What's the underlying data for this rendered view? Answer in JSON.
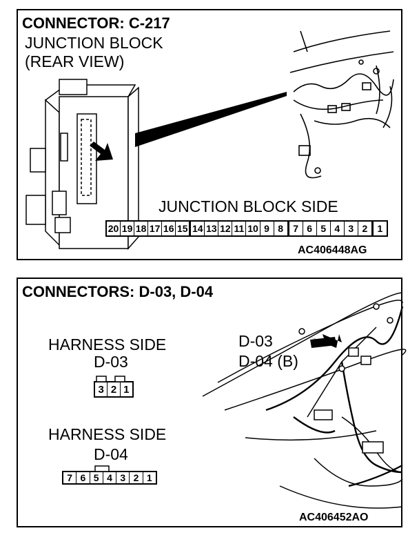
{
  "panel1": {
    "title": "CONNECTOR: C-217",
    "subtitle_line1": "JUNCTION BLOCK",
    "subtitle_line2": "(REAR VIEW)",
    "side_label": "JUNCTION BLOCK SIDE",
    "pins": [
      "20",
      "19",
      "18",
      "17",
      "16",
      "15",
      "14",
      "13",
      "12",
      "11",
      "10",
      "9",
      "8",
      "7",
      "6",
      "5",
      "4",
      "3",
      "2",
      "1"
    ],
    "code": "AC406448AG"
  },
  "panel2": {
    "title": "CONNECTORS: D-03, D-04",
    "harness1_line1": "HARNESS SIDE",
    "harness1_line2": "D-03",
    "pins_d03": [
      "3",
      "2",
      "1"
    ],
    "harness2_line1": "HARNESS SIDE",
    "harness2_line2": "D-04",
    "pins_d04": [
      "7",
      "6",
      "5",
      "4",
      "3",
      "2",
      "1"
    ],
    "callout_line1": "D-03",
    "callout_line2": "D-04 (B)",
    "code": "AC406452AO"
  }
}
